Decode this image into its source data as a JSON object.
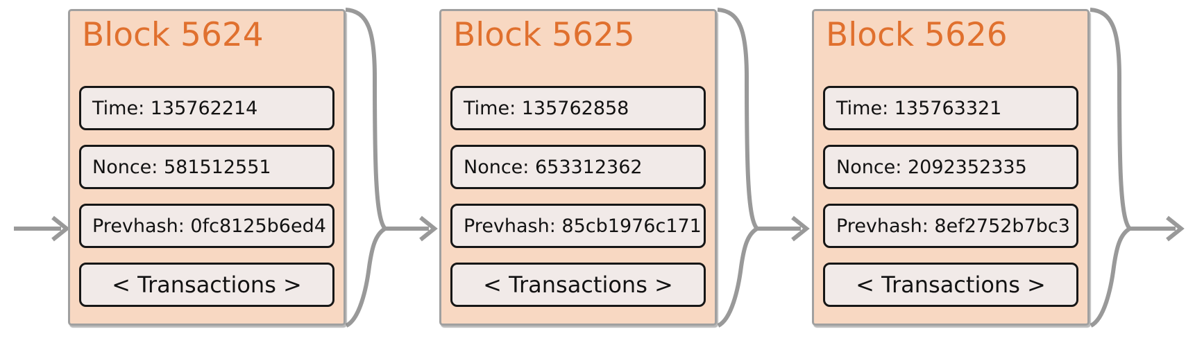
{
  "colors": {
    "background": "#ffffff",
    "block_fill": "#f8d8c2",
    "block_border": "#a0a0a0",
    "field_fill": "#f1eae8",
    "field_border": "#161616",
    "title_text": "#e0702e",
    "body_text": "#121212",
    "arrow": "#999999"
  },
  "blocks": [
    {
      "title": "Block 5624",
      "time": "Time: 135762214",
      "nonce": "Nonce: 581512551",
      "prevhash": "Prevhash: 0fc8125b6ed4",
      "transactions": "< Transactions >"
    },
    {
      "title": "Block 5625",
      "time": "Time: 135762858",
      "nonce": "Nonce: 653312362",
      "prevhash": "Prevhash: 85cb1976c171",
      "transactions": "< Transactions >"
    },
    {
      "title": "Block 5626",
      "time": "Time: 135763321",
      "nonce": "Nonce: 2092352335",
      "prevhash": "Prevhash: 8ef2752b7bc3",
      "transactions": "< Transactions >"
    }
  ]
}
